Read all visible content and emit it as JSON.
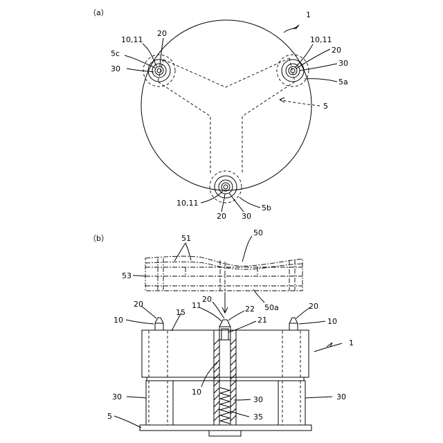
{
  "panels": [
    {
      "id": "a",
      "label": "（a）",
      "labels": {
        "device": "1",
        "base": "5",
        "arm_c": "5c",
        "arm_a": "5a",
        "arm_b": "5b",
        "pin_c": "10,11",
        "guide_c": "20",
        "spring_c": "30",
        "pin_a": "10,11",
        "guide_a": "20",
        "spring_a": "30",
        "pin_b": "10,11",
        "guide_b": "20",
        "spring_b": "30"
      }
    },
    {
      "id": "b",
      "label": "（b）",
      "labels": {
        "workpiece": "50",
        "workpiece_layers": "51",
        "workpiece_end": "53",
        "workpiece_hole": "50a",
        "guide_left": "20",
        "pin_left": "10",
        "plate": "15",
        "pin_center": "11",
        "guide_center": "20",
        "tip": "22",
        "bore": "21",
        "guide_right": "20",
        "pin_right": "10",
        "device": "1",
        "spring_left": "30",
        "pin_body": "10",
        "spring_center": "30",
        "spring_right": "30",
        "coil": "35",
        "base": "5"
      }
    }
  ]
}
